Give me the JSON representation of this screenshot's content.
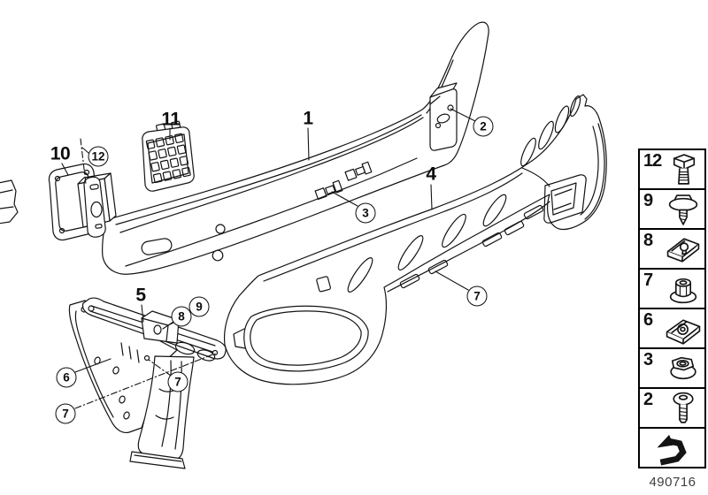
{
  "page": {
    "background": "#ffffff",
    "line_color": "#141414",
    "drawing_number": "490716"
  },
  "callouts": {
    "bold": [
      {
        "label": "1"
      },
      {
        "label": "4"
      },
      {
        "label": "5"
      },
      {
        "label": "10"
      },
      {
        "label": "11"
      }
    ],
    "circled": [
      {
        "label": "2"
      },
      {
        "label": "3"
      },
      {
        "label": "6"
      },
      {
        "label": "7"
      },
      {
        "label": "7"
      },
      {
        "label": "7"
      },
      {
        "label": "8"
      },
      {
        "label": "9"
      },
      {
        "label": "12"
      }
    ]
  },
  "legend": {
    "items": [
      {
        "label": "12",
        "icon": "hex-bolt-icon"
      },
      {
        "label": "9",
        "icon": "washer-screw-icon"
      },
      {
        "label": "8",
        "icon": "clip-nut-icon"
      },
      {
        "label": "7",
        "icon": "flange-nut-icon"
      },
      {
        "label": "6",
        "icon": "speed-clip-icon"
      },
      {
        "label": "3",
        "icon": "hex-flange-nut-icon"
      },
      {
        "label": "2",
        "icon": "round-head-screw-icon"
      },
      {
        "icon": "return-arrow-icon"
      }
    ]
  }
}
